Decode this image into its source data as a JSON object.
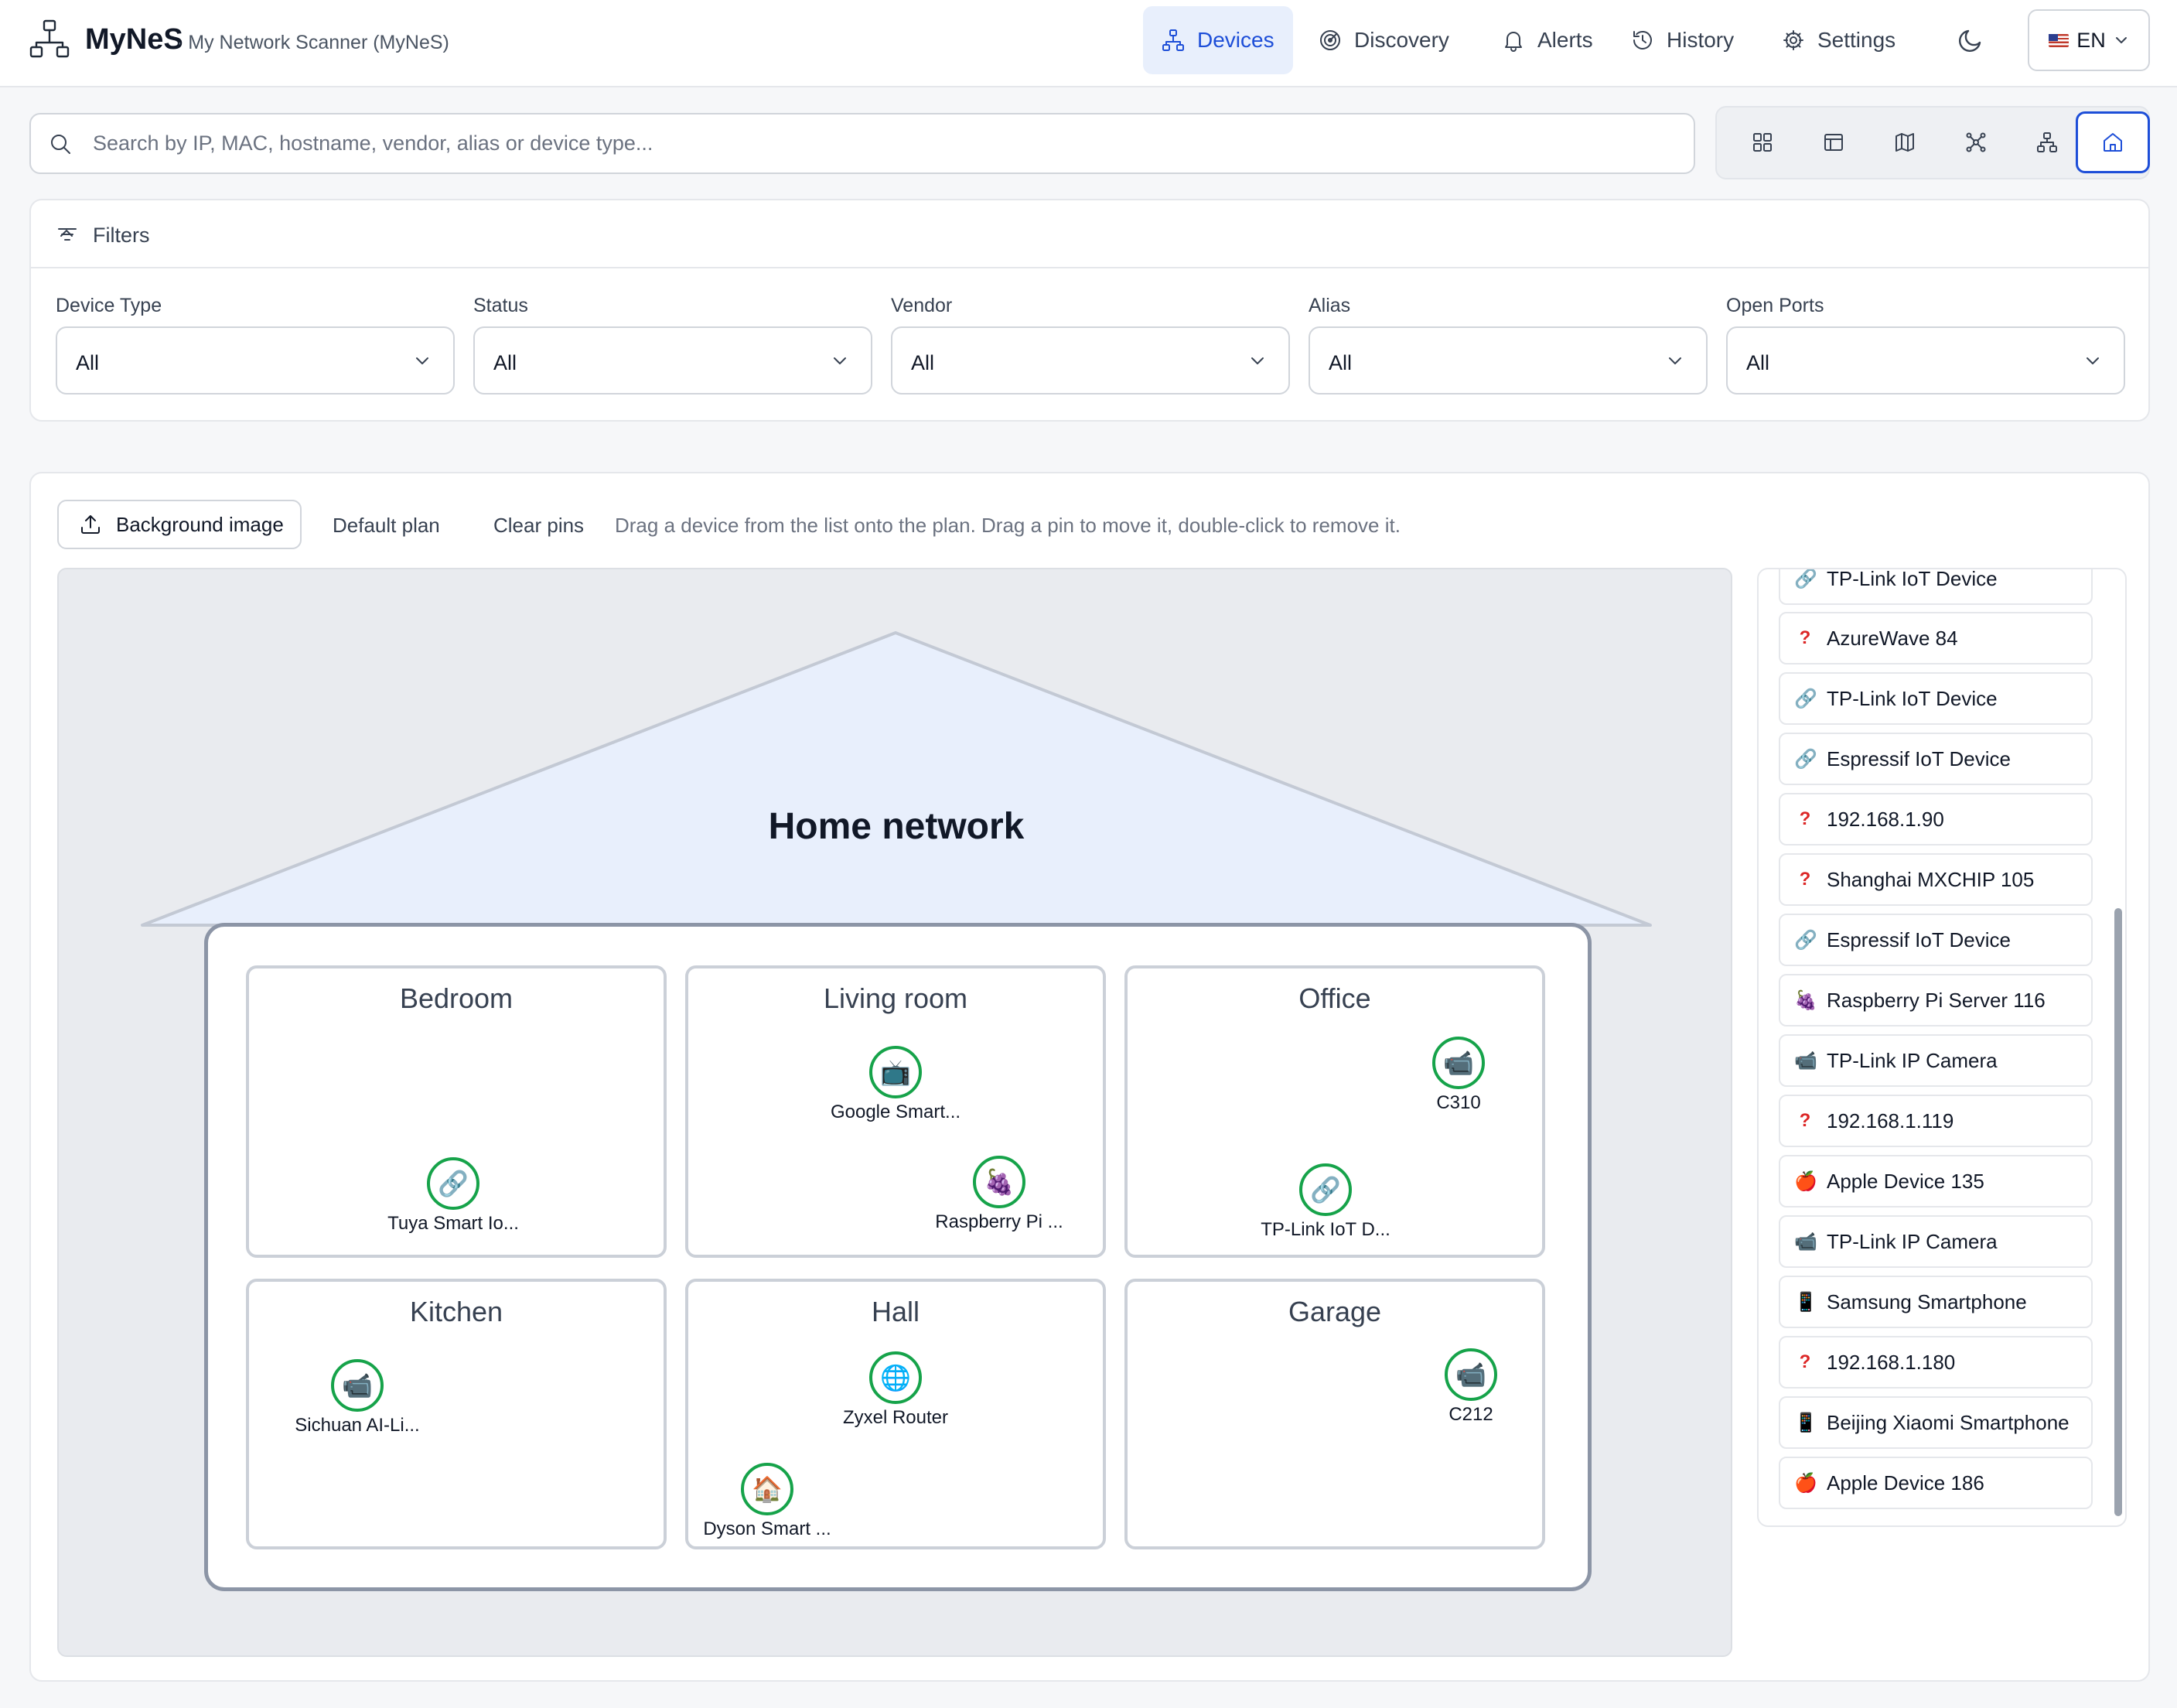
{
  "header": {
    "app_name": "MyNeS",
    "subtitle": "· My Network Scanner (MyNeS)",
    "nav": [
      {
        "label": "Devices",
        "icon": "network-icon",
        "active": true
      },
      {
        "label": "Discovery",
        "icon": "radar-icon",
        "active": false
      },
      {
        "label": "Alerts",
        "icon": "bell-icon",
        "active": false
      },
      {
        "label": "History",
        "icon": "history-icon",
        "active": false
      },
      {
        "label": "Settings",
        "icon": "gear-icon",
        "active": false
      }
    ],
    "theme_icon": "moon-icon",
    "language": {
      "flag": "us-flag-icon",
      "label": "EN"
    }
  },
  "search": {
    "placeholder": "Search by IP, MAC, hostname, vendor, alias or device type...",
    "value": ""
  },
  "view_modes": [
    {
      "icon": "grid-icon",
      "active": false
    },
    {
      "icon": "table-icon",
      "active": false
    },
    {
      "icon": "map-icon",
      "active": false
    },
    {
      "icon": "graph-icon",
      "active": false
    },
    {
      "icon": "topology-icon",
      "active": false
    },
    {
      "icon": "home-icon",
      "active": true
    }
  ],
  "filters": {
    "title": "Filters",
    "fields": [
      {
        "label": "Device Type",
        "value": "All"
      },
      {
        "label": "Status",
        "value": "All"
      },
      {
        "label": "Vendor",
        "value": "All"
      },
      {
        "label": "Alias",
        "value": "All"
      },
      {
        "label": "Open Ports",
        "value": "All"
      }
    ]
  },
  "toolbar": {
    "background_btn": "Background image",
    "default_btn": "Default plan",
    "clear_btn": "Clear pins",
    "hint": "Drag a device from the list onto the plan. Drag a pin to move it, double-click to remove it."
  },
  "plan": {
    "title": "Home network",
    "rooms": {
      "bedroom": "Bedroom",
      "living": "Living room",
      "office": "Office",
      "kitchen": "Kitchen",
      "hall": "Hall",
      "garage": "Garage"
    },
    "pins": {
      "tuya": {
        "label": "Tuya Smart Io...",
        "icon": "🔗"
      },
      "google": {
        "label": "Google Smart...",
        "icon": "📺"
      },
      "raspberry": {
        "label": "Raspberry Pi ...",
        "icon": "🍇"
      },
      "c310": {
        "label": "C310",
        "icon": "📹"
      },
      "tplink_iot": {
        "label": "TP-Link IoT D...",
        "icon": "🔗"
      },
      "sichuan": {
        "label": "Sichuan AI-Li...",
        "icon": "📹"
      },
      "zyxel": {
        "label": "Zyxel Router",
        "icon": "🌐"
      },
      "dyson": {
        "label": "Dyson Smart ...",
        "icon": "🏠"
      },
      "c212": {
        "label": "C212",
        "icon": "📹"
      }
    }
  },
  "device_list": [
    {
      "label": "TP-Link IoT Device",
      "icon": "🔗",
      "kind": "iot"
    },
    {
      "label": "AzureWave 84",
      "icon": "?",
      "kind": "unknown"
    },
    {
      "label": "TP-Link IoT Device",
      "icon": "🔗",
      "kind": "iot"
    },
    {
      "label": "Espressif IoT Device",
      "icon": "🔗",
      "kind": "iot"
    },
    {
      "label": "192.168.1.90",
      "icon": "?",
      "kind": "unknown"
    },
    {
      "label": "Shanghai MXCHIP 105",
      "icon": "?",
      "kind": "unknown"
    },
    {
      "label": "Espressif IoT Device",
      "icon": "🔗",
      "kind": "iot"
    },
    {
      "label": "Raspberry Pi Server 116",
      "icon": "🍇",
      "kind": "pi"
    },
    {
      "label": "TP-Link IP Camera",
      "icon": "📹",
      "kind": "camera"
    },
    {
      "label": "192.168.1.119",
      "icon": "?",
      "kind": "unknown"
    },
    {
      "label": "Apple Device 135",
      "icon": "🍎",
      "kind": "apple"
    },
    {
      "label": "TP-Link IP Camera",
      "icon": "📹",
      "kind": "camera"
    },
    {
      "label": "Samsung Smartphone",
      "icon": "📱",
      "kind": "phone"
    },
    {
      "label": "192.168.1.180",
      "icon": "?",
      "kind": "unknown"
    },
    {
      "label": "Beijing Xiaomi Smartphone",
      "icon": "📱",
      "kind": "phone"
    },
    {
      "label": "Apple Device 186",
      "icon": "🍎",
      "kind": "apple"
    }
  ],
  "colors": {
    "accent": "#1d4ed8",
    "pin_ring": "#16a34a",
    "unknown": "#dc2626"
  }
}
